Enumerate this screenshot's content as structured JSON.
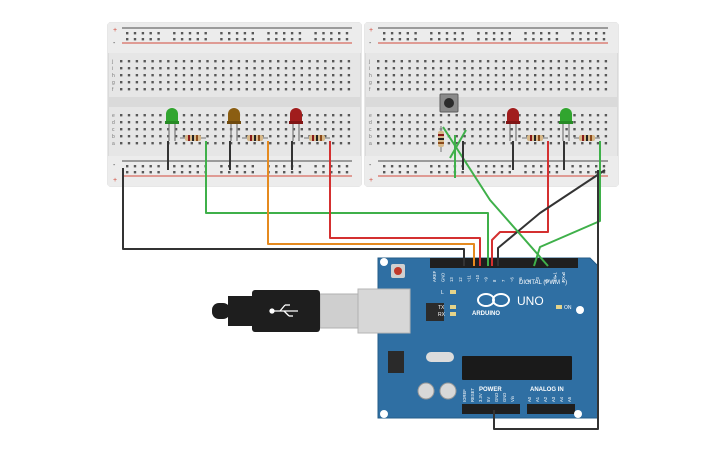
{
  "colors": {
    "breadboard": "#e6e6e6",
    "breadboard_edge": "#cfcfcf",
    "hole": "#585858",
    "rail_red": "#d24a3c",
    "rail_blue": "#4a4a4a",
    "arduino": "#2f6fa3",
    "arduino_dark": "#245c8a",
    "wire_black": "#333333",
    "wire_green": "#3fb04a",
    "wire_orange": "#e58a1f",
    "wire_red": "#d43030",
    "led_green": "#31a52f",
    "led_yellow": "#8b5e12",
    "led_red": "#a11d1d"
  },
  "breadboards": {
    "left": {
      "row_letters_top": [
        "j",
        "i",
        "h",
        "g",
        "f"
      ],
      "row_letters_bottom": [
        "e",
        "d",
        "c",
        "b",
        "a"
      ]
    },
    "right": {
      "row_letters_top": [
        "j",
        "i",
        "h",
        "g",
        "f"
      ],
      "row_letters_bottom": [
        "e",
        "d",
        "c",
        "b",
        "a"
      ]
    },
    "rail_plus": "+",
    "rail_minus": "-"
  },
  "components": {
    "leds": [
      {
        "id": "led-green-left",
        "color_key": "led_green"
      },
      {
        "id": "led-yellow-left",
        "color_key": "led_yellow"
      },
      {
        "id": "led-red-left",
        "color_key": "led_red"
      },
      {
        "id": "led-red-right",
        "color_key": "led_red"
      },
      {
        "id": "led-green-right",
        "color_key": "led_green"
      }
    ],
    "resistor_count": 6,
    "pushbutton": "pushbutton"
  },
  "arduino": {
    "logo_text": "ARDUINO",
    "model": "UNO",
    "digital_label": "DIGITAL (PWM ~)",
    "power_label": "POWER",
    "analog_label": "ANALOG IN",
    "on_label": "ON",
    "l_label": "L",
    "tx_label": "TX",
    "rx_label": "RX",
    "digital_pins": [
      "AREF",
      "GND",
      "13",
      "12",
      "~11",
      "~10",
      "~9",
      "8",
      "7",
      "~6",
      "~5",
      "4",
      "~3",
      "2",
      "TX▸1",
      "RX◂0"
    ],
    "power_pins": [
      "IOREF",
      "RESET",
      "3.3V",
      "5V",
      "GND",
      "GND",
      "Vin"
    ],
    "analog_pins": [
      "A0",
      "A1",
      "A2",
      "A3",
      "A4",
      "A5"
    ]
  },
  "cable": {
    "icon": "usb-icon"
  }
}
